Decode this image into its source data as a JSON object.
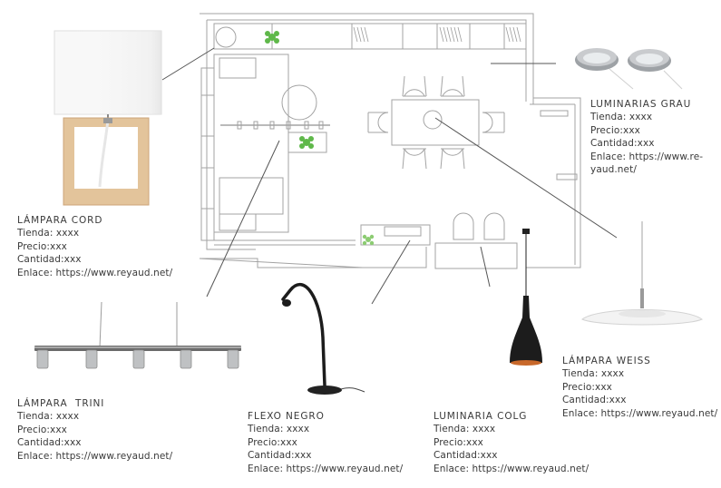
{
  "products": {
    "cord": {
      "title": "LÁMPARA CORD",
      "tienda": "Tienda: xxxx",
      "precio": "Precio:xxx",
      "cantidad": "Cantidad:xxx",
      "enlace": "Enlace: https://www.reyaud.net/"
    },
    "grau": {
      "title": "LUMINARIAS GRAU",
      "tienda": "Tienda: xxxx",
      "precio": "Precio:xxx",
      "cantidad": "Cantidad:xxx",
      "enlace_1": "Enlace: https://www.re-",
      "enlace_2": "yaud.net/"
    },
    "trini": {
      "title": "LÁMPARA  TRINI",
      "tienda": "Tienda: xxxx",
      "precio": "Precio:xxx",
      "cantidad": "Cantidad:xxx",
      "enlace": "Enlace: https://www.reyaud.net/"
    },
    "flexo": {
      "title": "FLEXO NEGRO",
      "tienda": "Tienda: xxxx",
      "precio": "Precio:xxx",
      "cantidad": "Cantidad:xxx",
      "enlace": "Enlace: https://www.reyaud.net/"
    },
    "colg": {
      "title": "LUMINARIA COLG",
      "tienda": "Tienda: xxxx",
      "precio": "Precio:xxx",
      "cantidad": "Cantidad:xxx",
      "enlace": "Enlace: https://www.reyaud.net/"
    },
    "weiss": {
      "title": "LÁMPARA WEISS",
      "tienda": "Tienda: xxxx",
      "precio": "Precio:xxx",
      "cantidad": "Cantidad:xxx",
      "enlace": "Enlace: https://www.reyaud.net/"
    }
  },
  "colors": {
    "plan_line": "#9a9a9a",
    "leader_line": "#555555",
    "wood": "#e2c39a",
    "shade": "#f7f7f7",
    "black": "#1c1c1c",
    "copper": "#c8682a",
    "plant": "#5fb84a",
    "chrome": "#b8b8b8"
  },
  "icons": [
    "plant-icon"
  ]
}
